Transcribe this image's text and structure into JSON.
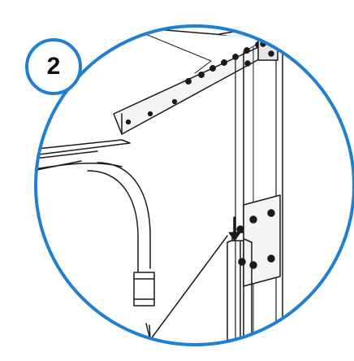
{
  "step": {
    "number": "2"
  },
  "colors": {
    "accent_blue": "#1f7fd0",
    "line": "#1a1a1a",
    "background": "#ffffff",
    "panel_light": "#f4f4f4",
    "panel_shade": "#e6e6e6"
  },
  "illustration": {
    "subject": "installation-step-detail",
    "callout_arrow": "down-arrow"
  }
}
